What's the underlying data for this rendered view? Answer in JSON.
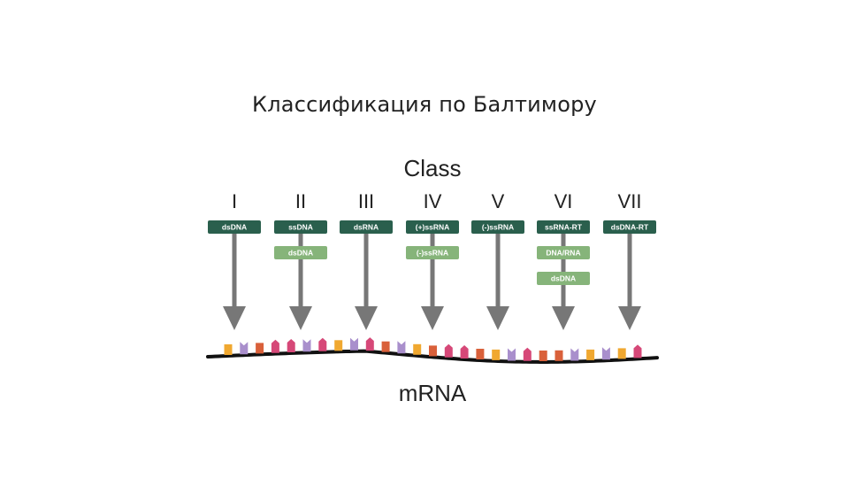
{
  "slide": {
    "title": "Классификация по Балтимору"
  },
  "diagram": {
    "header": "Class",
    "footer": "mRNA",
    "colors": {
      "primary_box": "#2a5f4d",
      "secondary_box": "#86b47a",
      "arrow": "#777777",
      "strand": "#111111",
      "box_text": "#ffffff"
    },
    "classes": [
      {
        "numeral": "I",
        "boxes": [
          {
            "label": "dsDNA",
            "style": "primary"
          }
        ]
      },
      {
        "numeral": "II",
        "boxes": [
          {
            "label": "ssDNA",
            "style": "primary"
          },
          {
            "label": "dsDNA",
            "style": "secondary"
          }
        ]
      },
      {
        "numeral": "III",
        "boxes": [
          {
            "label": "dsRNA",
            "style": "primary"
          }
        ]
      },
      {
        "numeral": "IV",
        "boxes": [
          {
            "label": "(+)ssRNA",
            "style": "primary"
          },
          {
            "label": "(-)ssRNA",
            "style": "secondary"
          }
        ]
      },
      {
        "numeral": "V",
        "boxes": [
          {
            "label": "(-)ssRNA",
            "style": "primary"
          }
        ]
      },
      {
        "numeral": "VI",
        "boxes": [
          {
            "label": "ssRNA-RT",
            "style": "primary"
          },
          {
            "label": "DNA/RNA",
            "style": "secondary"
          },
          {
            "label": "dsDNA",
            "style": "secondary"
          }
        ]
      },
      {
        "numeral": "VII",
        "boxes": [
          {
            "label": "dsDNA-RT",
            "style": "primary"
          }
        ]
      }
    ],
    "nucleotides": [
      {
        "color": "#f0a830",
        "shape": "rect"
      },
      {
        "color": "#a98fcc",
        "shape": "notch"
      },
      {
        "color": "#d9603a",
        "shape": "rect"
      },
      {
        "color": "#d64878",
        "shape": "house"
      },
      {
        "color": "#d64878",
        "shape": "house"
      },
      {
        "color": "#a98fcc",
        "shape": "notch"
      },
      {
        "color": "#d64878",
        "shape": "house"
      },
      {
        "color": "#f0a830",
        "shape": "rect"
      },
      {
        "color": "#a98fcc",
        "shape": "notch"
      },
      {
        "color": "#d64878",
        "shape": "house"
      },
      {
        "color": "#d9603a",
        "shape": "rect"
      },
      {
        "color": "#a98fcc",
        "shape": "notch"
      },
      {
        "color": "#f0a830",
        "shape": "rect"
      },
      {
        "color": "#d9603a",
        "shape": "rect"
      },
      {
        "color": "#d64878",
        "shape": "house"
      },
      {
        "color": "#d64878",
        "shape": "house"
      },
      {
        "color": "#d9603a",
        "shape": "rect"
      },
      {
        "color": "#f0a830",
        "shape": "rect"
      },
      {
        "color": "#a98fcc",
        "shape": "notch"
      },
      {
        "color": "#d64878",
        "shape": "house"
      },
      {
        "color": "#d9603a",
        "shape": "rect"
      },
      {
        "color": "#d9603a",
        "shape": "rect"
      },
      {
        "color": "#a98fcc",
        "shape": "notch"
      },
      {
        "color": "#f0a830",
        "shape": "rect"
      },
      {
        "color": "#a98fcc",
        "shape": "notch"
      },
      {
        "color": "#f0a830",
        "shape": "rect"
      },
      {
        "color": "#d64878",
        "shape": "house"
      }
    ]
  }
}
